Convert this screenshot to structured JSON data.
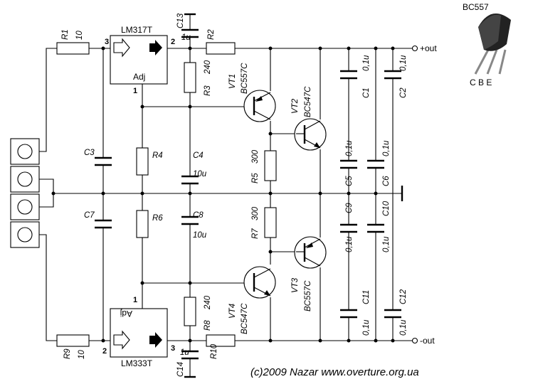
{
  "regulators": {
    "top": {
      "name": "LM317T",
      "adj": "Adj",
      "pin_in": "3",
      "pin_out": "2",
      "pin_adj": "1"
    },
    "bottom": {
      "name": "LM333T",
      "adj": "Adj",
      "pin_in": "2",
      "pin_out": "3",
      "pin_adj": "1"
    }
  },
  "resistors": {
    "R1": "R1",
    "R1_val": "10",
    "R2": "R2",
    "R3": "R3",
    "R3_val": "240",
    "R4": "R4",
    "R5": "R5",
    "R5_val": "300",
    "R6": "R6",
    "R7": "R7",
    "R7_val": "300",
    "R8": "R8",
    "R8_val": "240",
    "R9": "R9",
    "R9_val": "10",
    "R10": "R10"
  },
  "capacitors": {
    "C1": "C1",
    "C2": "C2",
    "C3": "C3",
    "C4": "C4",
    "C5": "C5",
    "C6": "C6",
    "C7": "C7",
    "C8": "C8",
    "C9": "C9",
    "C10": "C10",
    "C11": "C11",
    "C12": "C12",
    "C13": "C13",
    "C14": "C14",
    "val_1u": "1u",
    "val_01u": "0,1u",
    "val_10u": "10u"
  },
  "transistors": {
    "VT1": "VT1",
    "VT1_type": "BC557C",
    "VT2": "VT2",
    "VT2_type": "BC547C",
    "VT3": "VT3",
    "VT3_type": "BC557C",
    "VT4": "VT4",
    "VT4_type": "BC547C"
  },
  "outputs": {
    "pos": "+out",
    "neg": "-out"
  },
  "pinout": {
    "title": "BC557",
    "pins": "C B E"
  },
  "copyright": "(c)2009 Nazar www.overture.org.ua"
}
